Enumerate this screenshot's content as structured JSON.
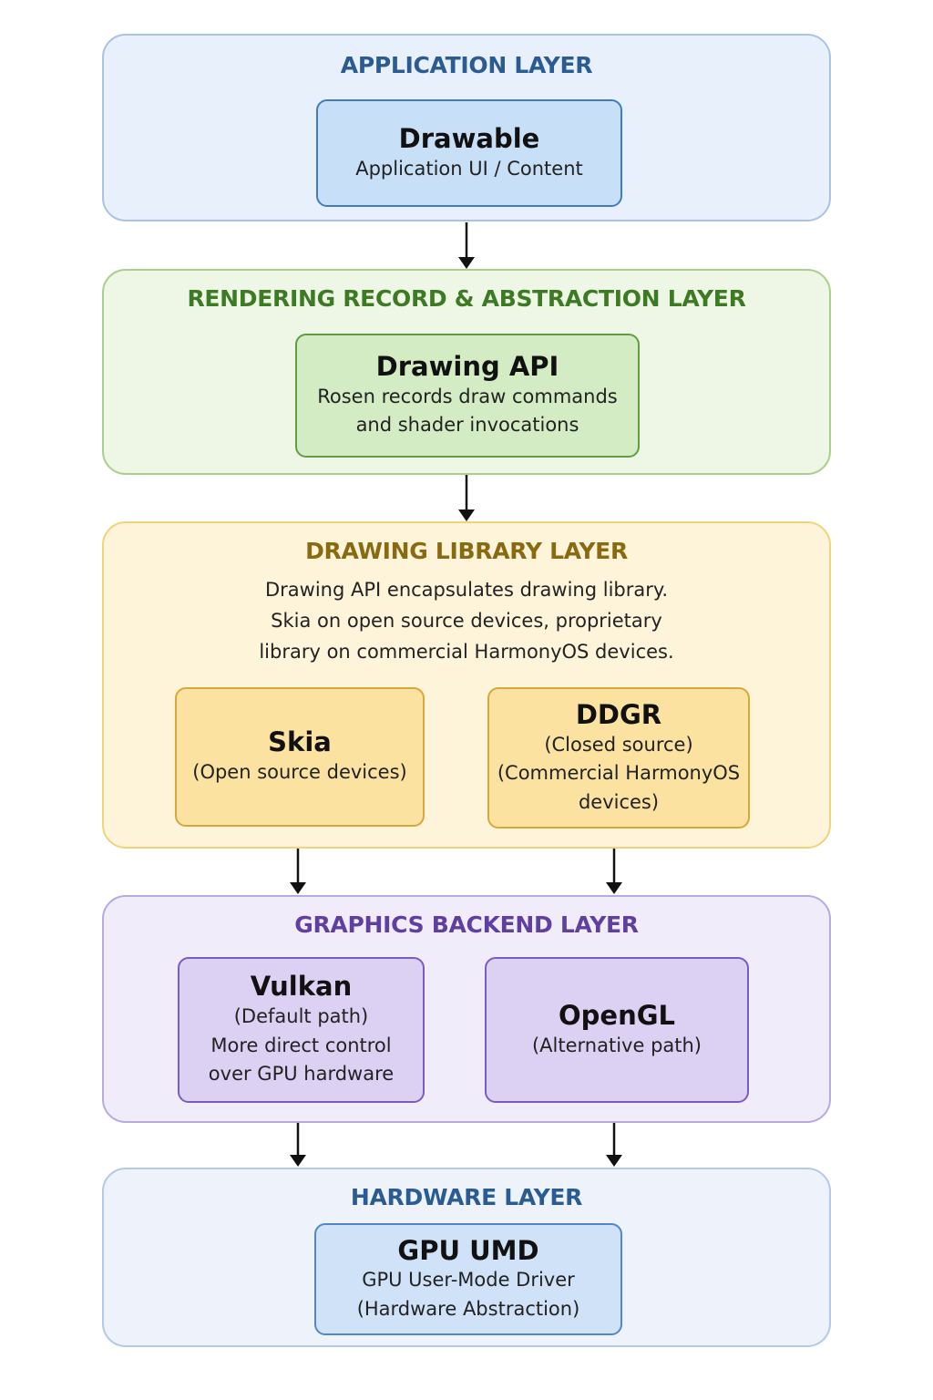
{
  "layers": {
    "application": {
      "title": "APPLICATION LAYER",
      "box": {
        "title": "Drawable",
        "subtitle": "Application UI / Content"
      }
    },
    "rendering": {
      "title": "RENDERING RECORD & ABSTRACTION LAYER",
      "box": {
        "title": "Drawing API",
        "line1": "Rosen records draw commands",
        "line2": "and shader invocations"
      }
    },
    "library": {
      "title": "DRAWING LIBRARY LAYER",
      "desc_line1": "Drawing API encapsulates drawing library.",
      "desc_line2": "Skia on open source devices, proprietary",
      "desc_line3": "library on commercial HarmonyOS devices.",
      "skia": {
        "title": "Skia",
        "subtitle": "(Open source devices)"
      },
      "ddgr": {
        "title": "DDGR",
        "line1": "(Closed source)",
        "line2": "(Commercial HarmonyOS",
        "line3": "devices)"
      }
    },
    "backend": {
      "title": "GRAPHICS BACKEND LAYER",
      "vulkan": {
        "title": "Vulkan",
        "line1": "(Default path)",
        "line2": "More direct control",
        "line3": "over GPU hardware"
      },
      "opengl": {
        "title": "OpenGL",
        "subtitle": "(Alternative path)"
      }
    },
    "hardware": {
      "title": "HARDWARE LAYER",
      "box": {
        "title": "GPU UMD",
        "line1": "GPU User-Mode Driver",
        "line2": "(Hardware Abstraction)"
      }
    }
  },
  "colors": {
    "arrow": "#111111"
  }
}
